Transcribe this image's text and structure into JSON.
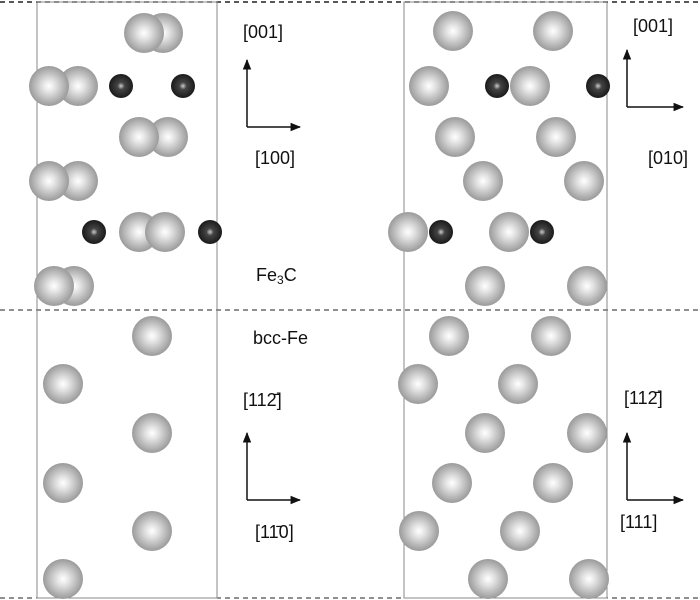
{
  "left_panel": {
    "axes_top": {
      "up": "[001]",
      "right": "[100]"
    },
    "axes_bottom": {
      "up": "[112̄]",
      "right": "[11̄0]"
    }
  },
  "right_panel": {
    "axes_top": {
      "up": "[001]",
      "right": "[010]"
    },
    "axes_bottom": {
      "up": "[112̄]",
      "right": "[111]"
    }
  },
  "phase_labels": {
    "upper": {
      "base": "Fe",
      "sub": "3",
      "tail": "C"
    },
    "lower": "bcc-Fe"
  },
  "colors": {
    "fe_atom": "#a8a8a8",
    "c_atom": "#2a2a2a",
    "cell_border": "#888888",
    "dash": "#222222"
  }
}
